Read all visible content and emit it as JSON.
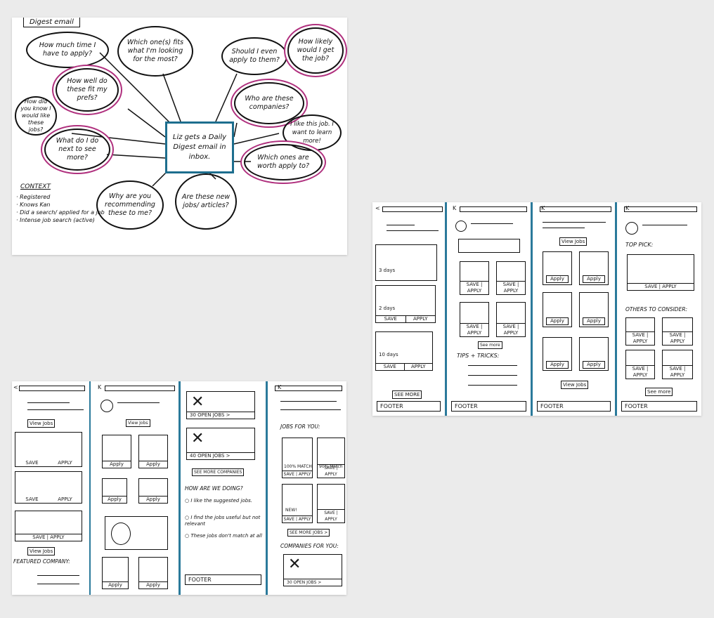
{
  "mindmap": {
    "fragment": "Digest email",
    "center": "Liz gets a Daily Digest email in inbox.",
    "bubbles": {
      "time": "How much time I have to apply?",
      "fits": "Which one(s) fits what I'm looking for the most?",
      "should": "Should I even apply to them?",
      "likely": "How likely would I get the job?",
      "prefs": "How well do these fit my prefs?",
      "know": "How did you know I would like these jobs?",
      "companies": "Who are these companies?",
      "like": "I like this job. I want to learn more!",
      "next": "What do I do next to see more?",
      "worth": "Which ones are worth apply to?",
      "why": "Why are you recommending these to me?",
      "new": "Are these new jobs/ articles?"
    },
    "context": {
      "title": "CONTEXT",
      "items": [
        "· Registered",
        "· Knows Kan",
        "· Did a search/ applied for a job",
        "· Intense job search (active)"
      ]
    }
  },
  "wire_top": {
    "col1": {
      "letter": "<",
      "time1": "3 days",
      "time2": "2 days",
      "time3": "10 days",
      "save": "SAVE",
      "apply": "APPLY",
      "see_more": "SEE MORE",
      "footer": "FOOTER"
    },
    "col2": {
      "letter": "K",
      "apply": "SAVE | APPLY",
      "see_more": "See more",
      "tips": "TIPS + TRICKS:",
      "footer": "FOOTER"
    },
    "col3": {
      "letter": "K",
      "view_jobs": "View Jobs",
      "apply": "Apply",
      "view_jobs2": "View Jobs",
      "footer": "FOOTER"
    },
    "col4": {
      "letter": "K",
      "top_pick": "TOP PICK:",
      "save_apply": "SAVE | APPLY",
      "others": "OTHERS TO CONSIDER:",
      "save": "SAVE",
      "apply": "APPLY",
      "see_more": "See more",
      "footer": "FOOTER"
    }
  },
  "wire_bottom": {
    "col1": {
      "letter": "<",
      "view_jobs": "View Jobs",
      "save": "SAVE",
      "apply": "APPLY",
      "save_apply": "SAVE | APPLY",
      "view_jobs2": "View Jobs",
      "featured": "FEATURED COMPANY:"
    },
    "col2": {
      "letter": "K",
      "view_jobs": "View Jobs",
      "apply": "Apply"
    },
    "col3": {
      "open30": "30 OPEN JOBS >",
      "open40": "40 OPEN JOBS >",
      "see_companies": "SEE MORE COMPANIES",
      "doing": "HOW ARE WE DOING?",
      "opt1": "I like the suggested jobs.",
      "opt2": "I find the jobs useful but not relevant",
      "opt3": "These jobs don't match at all",
      "footer": "FOOTER"
    },
    "col4": {
      "letter": "K",
      "jobs_for_you": "JOBS FOR YOU:",
      "m100": "100% MATCH",
      "m90": "90% Match",
      "new": "NEW!",
      "save_apply": "SAVE | APPLY",
      "see_more_jobs": "SEE MORE JOBS >",
      "companies": "COMPANIES FOR YOU:",
      "open30": "30 OPEN JOBS >"
    }
  },
  "colors": {
    "accent_blue": "#2b7a9b",
    "highlight_pink": "#b0307e"
  }
}
